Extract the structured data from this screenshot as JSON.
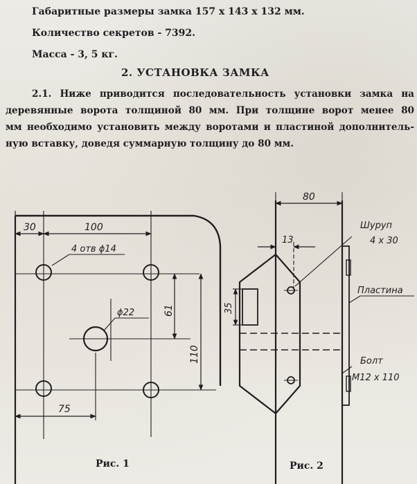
{
  "specs": {
    "dimensions": "Габаритные размеры замка 157 х 143 х 132 мм.",
    "secrets": "Количество секретов - 7392.",
    "mass": "Масса - 3, 5 кг."
  },
  "section": {
    "title": "2. УСТАНОВКА ЗАМКА",
    "paragraph_lines": [
      "2.1. Ниже приводится последовательность установки замка на",
      "деревянные ворота толщиной 80 мм. При толщине ворот менее 80",
      "мм необходимо установить между воротами и пластиной дополнитель-",
      "ную вставку, доведя суммарную толщину до 80 мм."
    ]
  },
  "figure1": {
    "caption": "Рис. 1",
    "dim_30": "30",
    "dim_100": "100",
    "holes_label": "4 отв ϕ14",
    "hole_22": "ϕ22",
    "dim_61": "61",
    "dim_110": "110",
    "dim_75": "75"
  },
  "figure2": {
    "caption": "Рис. 2",
    "dim_80": "80",
    "dim_13": "13",
    "dim_35": "35",
    "screw_label": "Шуруп",
    "screw_size": "4 х 30",
    "plate_label": "Пластина",
    "bolt_label": "Болт",
    "bolt_size": "М12 х 110"
  }
}
